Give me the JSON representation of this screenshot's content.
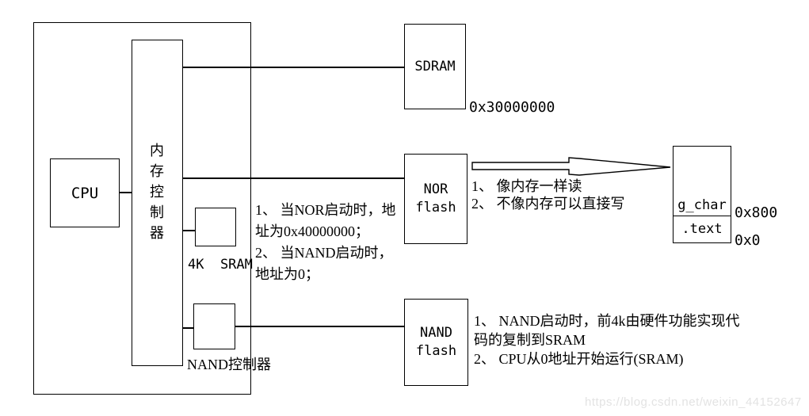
{
  "colors": {
    "line": "#000000",
    "watermark": "#e3e3e3",
    "background": "#ffffff"
  },
  "blocks": {
    "cpu": {
      "label": "CPU"
    },
    "memory_controller": {
      "label": "内存控制器"
    },
    "sram": {
      "label": "4K  SRAM"
    },
    "nand_controller": {
      "label": "NAND控制器"
    },
    "sdram": {
      "label": "SDRAM",
      "address": "0x30000000"
    },
    "nor_flash": {
      "line1": "NOR",
      "line2": "flash"
    },
    "nand_flash": {
      "line1": "NAND",
      "line2": "flash"
    },
    "memory_map": {
      "segments": [
        {
          "label": "g_char",
          "address": "0x800"
        },
        {
          "label": ".text",
          "address": "0x0"
        }
      ]
    }
  },
  "notes": {
    "boot_address": {
      "lines": [
        "1、 当NOR启动时，地",
        "址为0x40000000；",
        "2、 当NAND启动时，",
        "地址为0；"
      ]
    },
    "nor": {
      "lines": [
        "1、 像内存一样读",
        "2、 不像内存可以直接写"
      ]
    },
    "nand": {
      "lines": [
        "1、 NAND启动时，前4k由硬件功能实现代",
        "码的复制到SRAM",
        "2、 CPU从0地址开始运行(SRAM)"
      ]
    }
  },
  "watermark": {
    "text": "https://blog.csdn.net/weixin_44152647"
  }
}
